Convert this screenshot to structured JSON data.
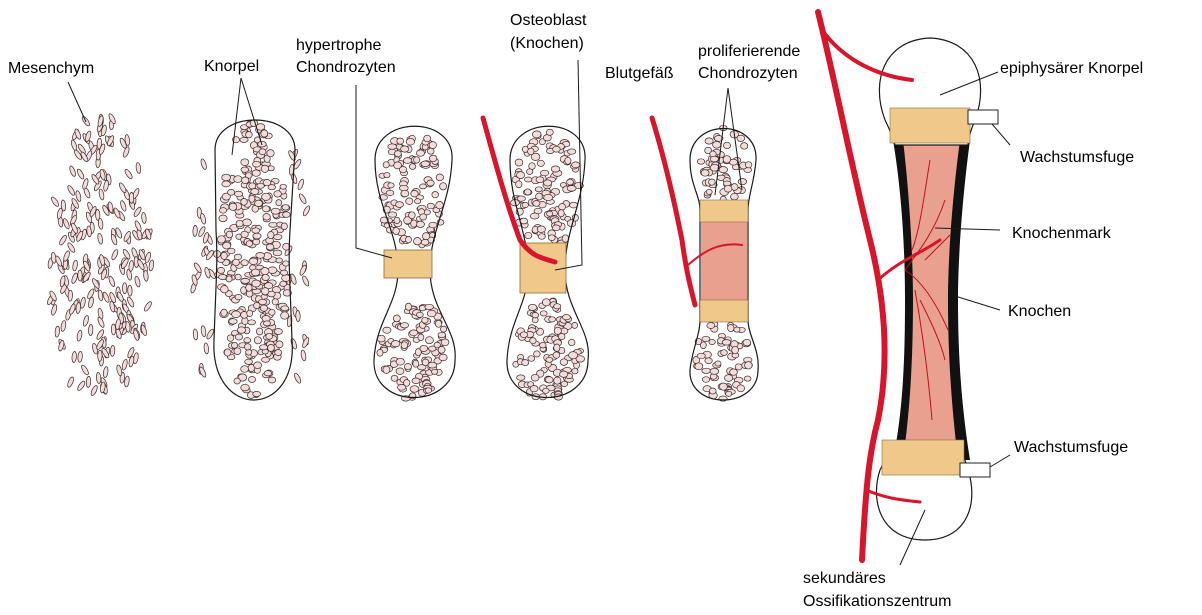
{
  "labels": {
    "mesenchym": "Mesenchym",
    "knorpel": "Knorpel",
    "hypertrophe_1": "hypertrophe",
    "hypertrophe_2": "Chondrozyten",
    "osteoblast_1": "Osteoblast",
    "osteoblast_2": "(Knochen)",
    "blutgefaess": "Blutgefäß",
    "proliferierende_1": "proliferierende",
    "proliferierende_2": "Chondrozyten",
    "epiphysaer": "epiphysärer Knorpel",
    "wachstumsfuge_top": "Wachstumsfuge",
    "knochenmark": "Knochenmark",
    "knochen": "Knochen",
    "wachstumsfuge_bottom": "Wachstumsfuge",
    "sekundaer_1": "sekundäres",
    "sekundaer_2": "Ossifikationszentrum"
  },
  "colors": {
    "vessel": "#d8152b",
    "marrow": "#eaa08f",
    "growth_plate": "#f0c98a",
    "cartilage_cell": "#f3dcdc",
    "cell_outline": "#3a2a2a",
    "bone_cortex": "#111111"
  }
}
